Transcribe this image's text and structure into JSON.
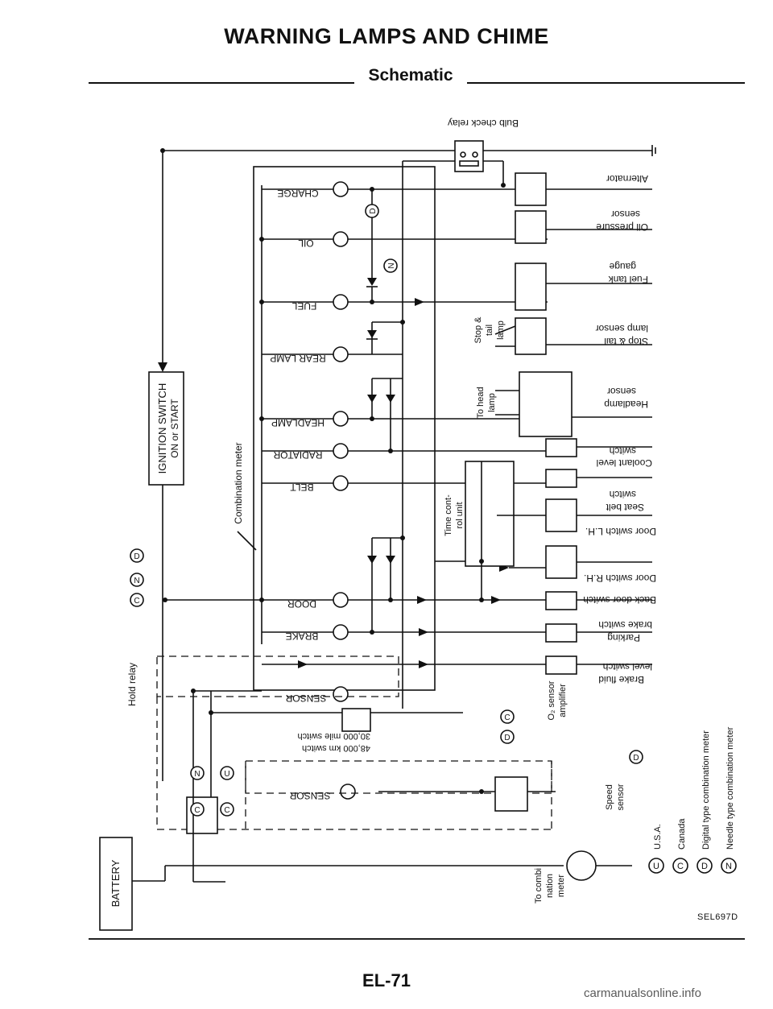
{
  "header": {
    "title": "WARNING LAMPS AND CHIME",
    "subtitle": "Schematic"
  },
  "diagram": {
    "bulb_check_relay": "Bulb check relay",
    "ignition_switch": {
      "line1": "IGNITION SWITCH",
      "line2": "ON or START"
    },
    "battery": "BATTERY",
    "combination_meter": "Combination meter",
    "time_control_unit": {
      "line1": "Time cont-",
      "line2": "rol unit"
    },
    "lamps": [
      "CHARGE",
      "OIL",
      "FUEL",
      "REAR LAMP",
      "HEADLAMP",
      "RADIATOR",
      "BELT",
      "DOOR",
      "BRAKE",
      "SENSOR",
      "SENSOR"
    ],
    "components": [
      {
        "line1": "Alternator",
        "line2": ""
      },
      {
        "line1": "Oil pressure",
        "line2": "sensor"
      },
      {
        "line1": "Fuel tank",
        "line2": "gauge"
      },
      {
        "line1": "Stop & tail",
        "line2": "lamp sensor"
      },
      {
        "line1": "Headlamp",
        "line2": "sensor"
      },
      {
        "line1": "Coolant level",
        "line2": "switch"
      },
      {
        "line1": "Seat belt",
        "line2": "switch"
      },
      {
        "line1": "Door switch L.H.",
        "line2": ""
      },
      {
        "line1": "Door switch R.H.",
        "line2": ""
      },
      {
        "line1": "Back door switch",
        "line2": ""
      },
      {
        "line1": "Parking",
        "line2": "brake switch"
      },
      {
        "line1": "Brake fluid",
        "line2": "level switch"
      }
    ],
    "stop_tail_lamp": [
      "Stop &",
      "tail",
      "lamp"
    ],
    "to_head_lamp": [
      "To head",
      "lamp"
    ],
    "mile_switch": "30,000 mile switch",
    "km_switch": "48,000 km switch",
    "hold_relay": "Hold relay",
    "o2_amplifier": [
      "O₂ sensor",
      "amplifier"
    ],
    "speed_sensor": [
      "Speed",
      "sensor"
    ],
    "to_combination_meter": [
      "To combi",
      "nation",
      "meter"
    ],
    "circle_codes": [
      "C",
      "N",
      "U",
      "D"
    ],
    "legend": [
      {
        "code": "U",
        "text": "U.S.A."
      },
      {
        "code": "C",
        "text": "Canada"
      },
      {
        "code": "D",
        "text": "Digital type combination meter"
      },
      {
        "code": "N",
        "text": "Needle type combination meter"
      }
    ]
  },
  "footer": {
    "code": "SEL697D",
    "page": "EL-71",
    "watermark": "carmanualsonline.info"
  }
}
